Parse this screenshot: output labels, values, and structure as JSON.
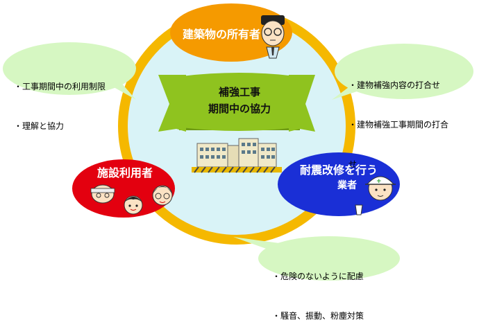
{
  "center": {
    "banner_line1": "補強工事",
    "banner_line2": "期間中の協力"
  },
  "nodes": {
    "owner": "建築物の所有者",
    "users": "施設利用者",
    "contractor_line1": "耐震改修を行う",
    "contractor_line2": "業者"
  },
  "callouts": {
    "users_to_owner": [
      "・工事期間中の利用制限",
      "・理解と協力"
    ],
    "owner_to_contractor": [
      "・建物補強内容の打合せ",
      "・建物補強工事期間の打合",
      "せ"
    ],
    "contractor_to_users": [
      "・危険のないように配慮",
      "・騒音、振動、粉塵対策"
    ]
  },
  "colors": {
    "ring": "#f5b800",
    "inner_circle": "#d9f3f7",
    "owner": "#f59a00",
    "users": "#e3000f",
    "contractor": "#1a2fd6",
    "banner": "#8fc31f",
    "callout": "#d6f7c2"
  },
  "icons": [
    "building-icon",
    "owner-face-icon",
    "worker-face-icon",
    "child-faces-icon",
    "elder-face-icon"
  ]
}
